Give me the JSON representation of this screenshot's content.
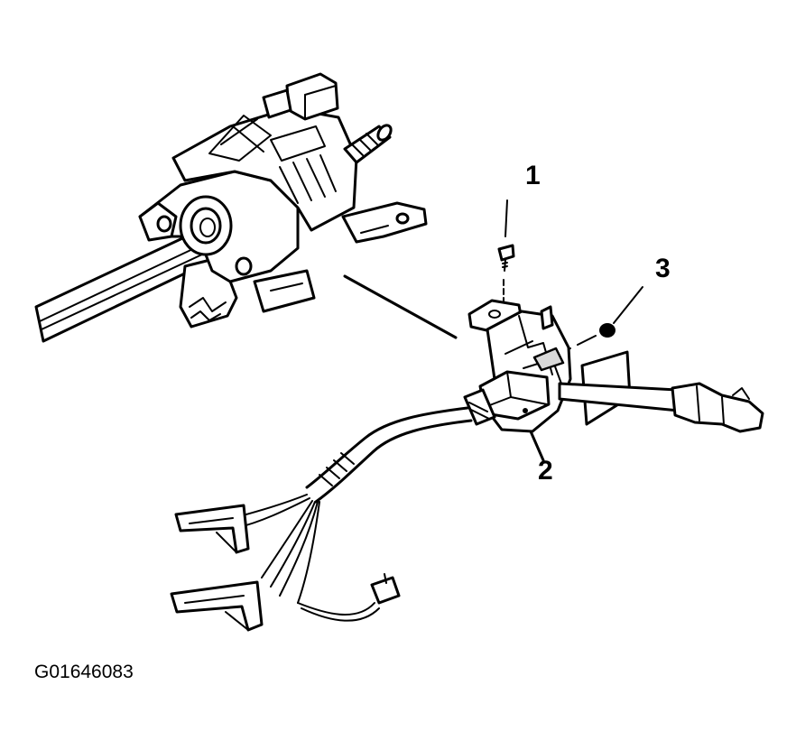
{
  "figure": {
    "id_label": "G01646083",
    "callouts": [
      {
        "label": "1"
      },
      {
        "label": "2"
      },
      {
        "label": "3"
      }
    ]
  },
  "colors": {
    "line": "#000000",
    "background": "#ffffff",
    "shade": "#d9d9d9"
  }
}
